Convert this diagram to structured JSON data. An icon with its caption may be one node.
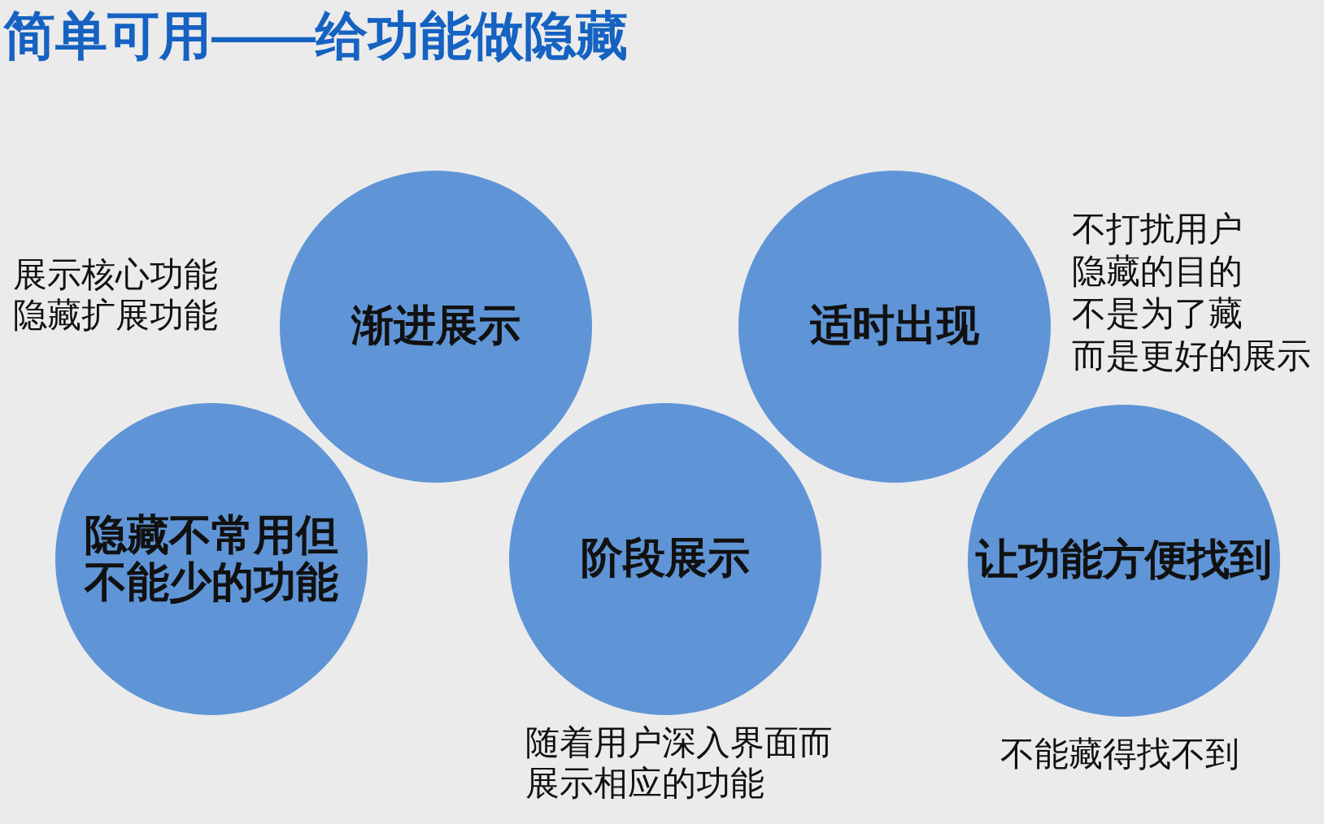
{
  "diagram": {
    "title": "简单可用——给功能做隐藏",
    "nodes": [
      {
        "text": [
          "渐进展示"
        ],
        "beside": [
          "展示核心功能隐藏扩展功能"
        ]
      },
      {
        "text": [
          "适时出现"
        ],
        "beside": [
          "不打扰用户隐藏的目的不是为了藏而是更好的展示"
        ]
      },
      {
        "text": [
          "隐藏不常用但不能少的功能"
        ]
      },
      {
        "text": [
          "阶段展示"
        ],
        "beside": [
          "随着用户深入界面而展示相应的功能"
        ]
      },
      {
        "text": [
          "让功能方便找到"
        ],
        "beside": [
          "不能藏得找不到"
        ]
      }
    ]
  }
}
